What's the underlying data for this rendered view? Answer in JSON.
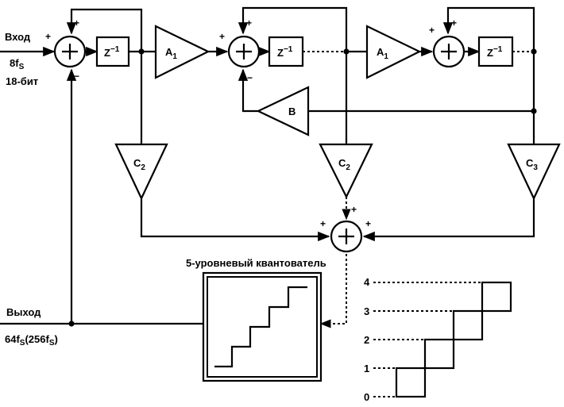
{
  "input": {
    "label": "Вход",
    "rate": "8f",
    "rate_sub": "S",
    "bits": "18-бит"
  },
  "output": {
    "label": "Выход",
    "rate": "64f",
    "rate_sub": "S",
    "rate_extra_open": "(256f",
    "rate_extra_sub": "S",
    "rate_extra_close": ")"
  },
  "delay": {
    "z": "Z",
    "exp": "−1"
  },
  "amp_a": {
    "letter": "A",
    "sub": "1"
  },
  "amp_b": {
    "letter": "B"
  },
  "amp_c2": {
    "letter": "C",
    "sub": "2"
  },
  "amp_c3": {
    "letter": "C",
    "sub": "3"
  },
  "signs": {
    "plus": "+",
    "minus": "−"
  },
  "quantizer": {
    "title": "5-уровневый квантователь",
    "levels": [
      "4",
      "3",
      "2",
      "1",
      "0"
    ]
  }
}
